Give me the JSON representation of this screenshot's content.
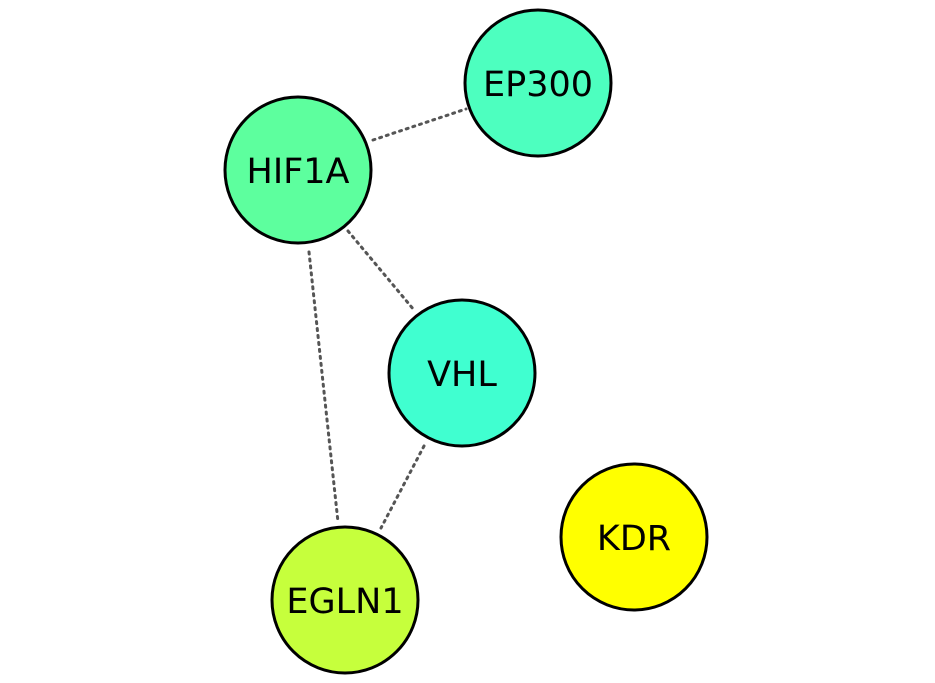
{
  "network": {
    "nodes": [
      {
        "id": "EP300",
        "label": "EP300",
        "color": "#4dffbf"
      },
      {
        "id": "HIF1A",
        "label": "HIF1A",
        "color": "#5dff9e"
      },
      {
        "id": "VHL",
        "label": "VHL",
        "color": "#40ffd0"
      },
      {
        "id": "EGLN1",
        "label": "EGLN1",
        "color": "#c6ff3c"
      },
      {
        "id": "KDR",
        "label": "KDR",
        "color": "#ffff00"
      }
    ],
    "edges": [
      {
        "source": "HIF1A",
        "target": "EP300",
        "style": "dotted"
      },
      {
        "source": "HIF1A",
        "target": "VHL",
        "style": "dotted"
      },
      {
        "source": "HIF1A",
        "target": "EGLN1",
        "style": "dotted"
      },
      {
        "source": "VHL",
        "target": "EGLN1",
        "style": "dotted"
      }
    ]
  }
}
